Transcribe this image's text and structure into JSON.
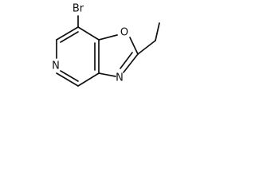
{
  "molecule": {
    "atoms": {
      "bromine": "Br",
      "ring_oxygen": "O",
      "ring_nitrogen_oxazole": "N",
      "ring_nitrogen_pyridine": "N"
    }
  }
}
